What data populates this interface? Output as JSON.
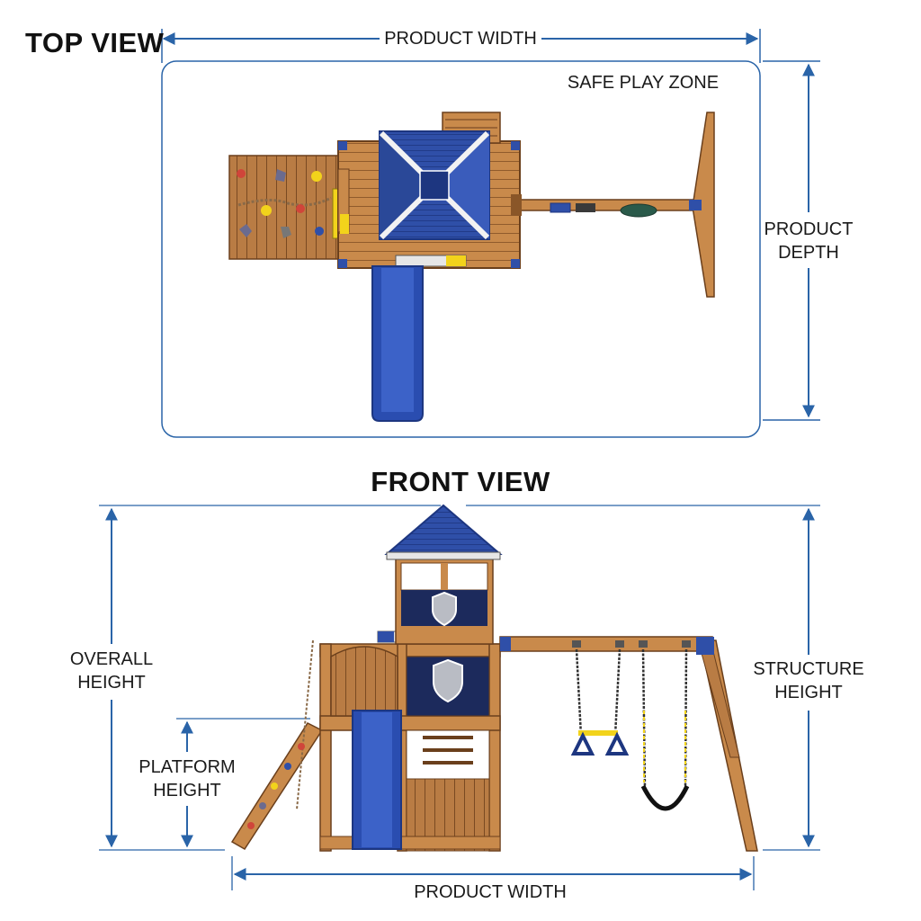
{
  "top_view": {
    "title": "TOP VIEW",
    "width_label": "PRODUCT WIDTH",
    "depth_label": [
      "PRODUCT",
      "DEPTH"
    ],
    "zone_label": "SAFE PLAY ZONE"
  },
  "front_view": {
    "title": "FRONT VIEW",
    "overall_height_label": [
      "OVERALL",
      "HEIGHT"
    ],
    "platform_height_label": [
      "PLATFORM",
      "HEIGHT"
    ],
    "structure_height_label": [
      "STRUCTURE",
      "HEIGHT"
    ],
    "width_label": "PRODUCT WIDTH"
  },
  "colors": {
    "wood": "#c98a4b",
    "wood_dark": "#8a5628",
    "roof_blue": "#2f4fa8",
    "slide_blue": "#2a4db0",
    "dimension_blue": "#2a64a8",
    "accent_yellow": "#f2d31b",
    "climb_hold_red": "#d0453a"
  }
}
